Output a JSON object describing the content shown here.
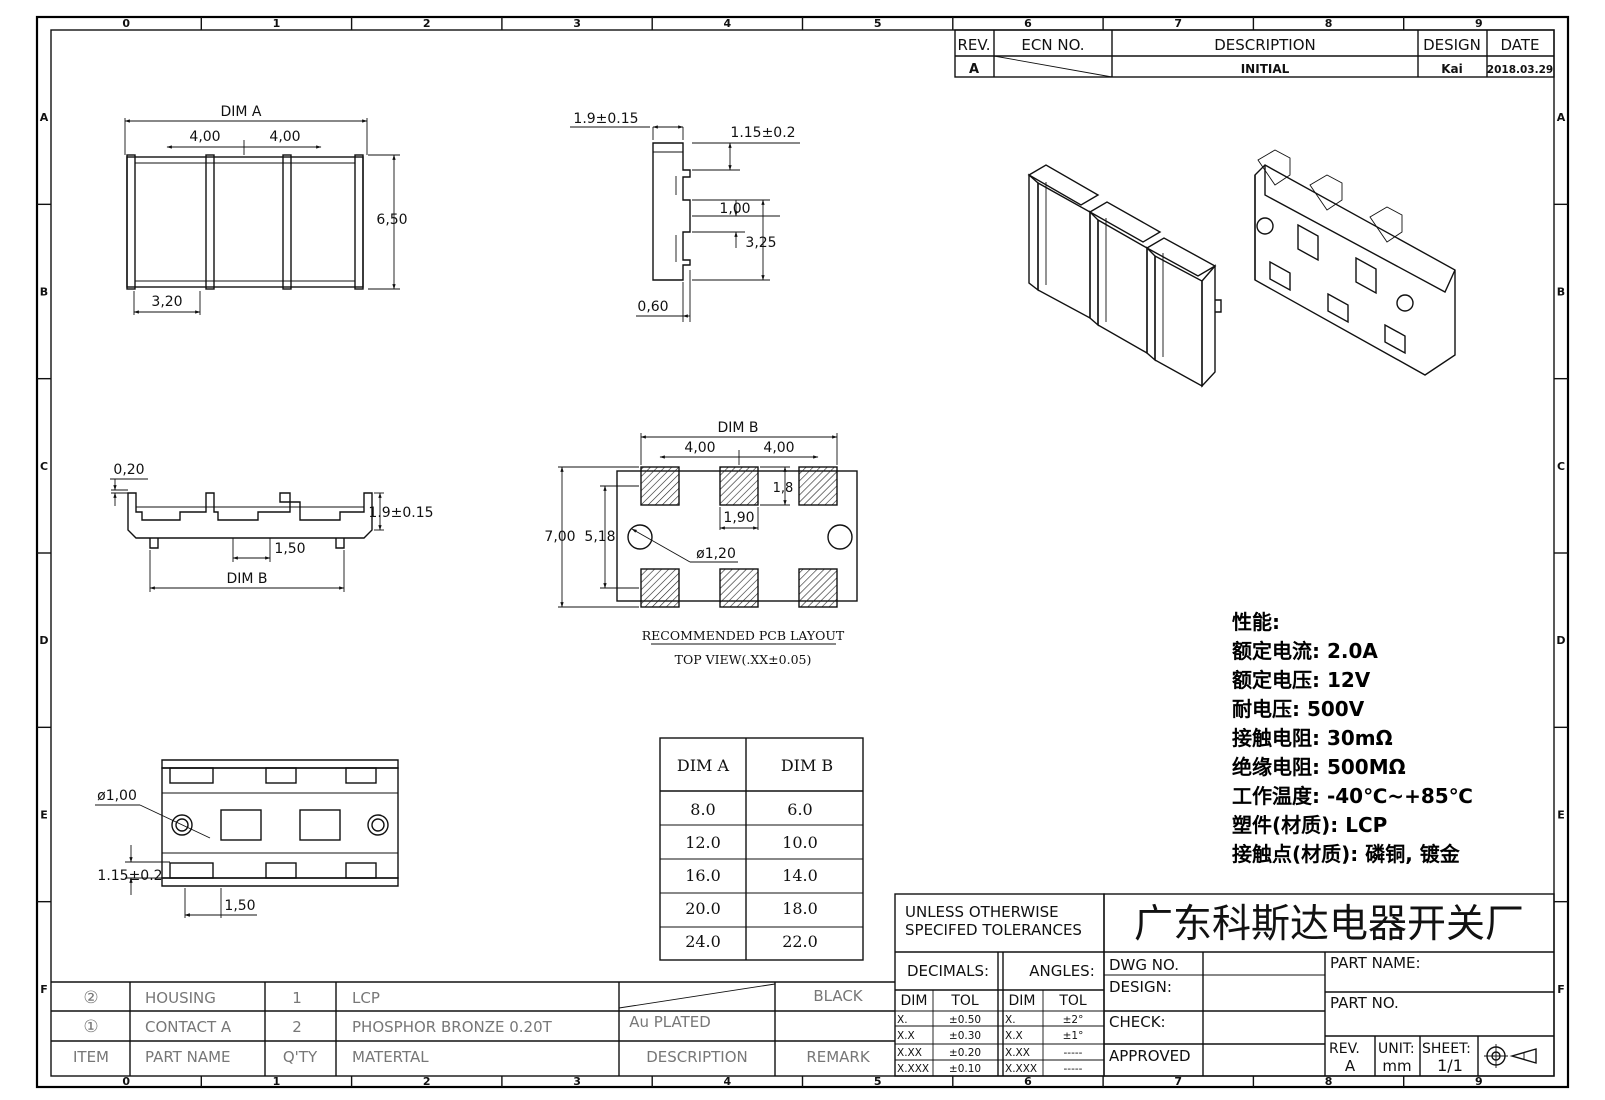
{
  "frame": {
    "col_labels": [
      "0",
      "1",
      "2",
      "3",
      "4",
      "5",
      "6",
      "7",
      "8",
      "9"
    ],
    "row_labels": [
      "A",
      "B",
      "C",
      "D",
      "E",
      "F"
    ]
  },
  "revision_block": {
    "headers": {
      "rev": "REV.",
      "ecn": "ECN NO.",
      "description": "DESCRIPTION",
      "design": "DESIGN",
      "date": "DATE"
    },
    "row": {
      "rev": "A",
      "description": "INITIAL",
      "design": "Kai",
      "date": "2018.03.29"
    }
  },
  "views": {
    "top": {
      "dim_a": "DIM A",
      "pitch_1": "4,00",
      "pitch_2": "4,00",
      "height": "6,50",
      "width": "3,20"
    },
    "side": {
      "thick": "1.9±0.15",
      "pin_h": "1.15±0.2",
      "pin": "1,00",
      "depth": "3,25",
      "lead": "0,60"
    },
    "front": {
      "gap": "0,20",
      "height": "1.9±0.15",
      "pitch": "1,50",
      "dim_b": "DIM B"
    },
    "pcb": {
      "dim_b": "DIM B",
      "pitch_1": "4,00",
      "pitch_2": "4,00",
      "pad_h": "1,8",
      "pad_w": "1,90",
      "height": "7,00",
      "row_gap": "5,18",
      "hole": "ø1,20",
      "caption_1": "RECOMMENDED PCB LAYOUT",
      "caption_2": "TOP VIEW(.XX±0.05)"
    },
    "bottom": {
      "hole": "ø1,00",
      "pin_h": "1.15±0.2",
      "pitch": "1,50"
    }
  },
  "dim_table": {
    "headers": [
      "DIM A",
      "DIM B"
    ],
    "rows": [
      [
        "8.0",
        "6.0"
      ],
      [
        "12.0",
        "10.0"
      ],
      [
        "16.0",
        "14.0"
      ],
      [
        "20.0",
        "18.0"
      ],
      [
        "24.0",
        "22.0"
      ]
    ]
  },
  "specs": {
    "title": "性能:",
    "lines": [
      "额定电流: 2.0A",
      "额定电压: 12V",
      "耐电压: 500V",
      "接触电阻: 30mΩ",
      "绝缘电阻: 500MΩ",
      "工作温度: -40℃~+85℃",
      "塑件(材质): LCP",
      "接触点(材质): 磷铜, 镀金"
    ]
  },
  "bom": {
    "rows": [
      {
        "item": "②",
        "name": "HOUSING",
        "qty": "1",
        "material": "LCP",
        "description": "",
        "remark": "BLACK"
      },
      {
        "item": "①",
        "name": "CONTACT A",
        "qty": "2",
        "material": "PHOSPHOR BRONZE 0.20T",
        "description": "Au PLATED",
        "remark": ""
      }
    ],
    "headers": {
      "item": "ITEM",
      "name": "PART NAME",
      "qty": "Q'TY",
      "material": "MATERTAL",
      "description": "DESCRIPTION",
      "remark": "REMARK"
    }
  },
  "tolerance": {
    "note_1": "UNLESS OTHERWISE",
    "note_2": "SPECIFED TOLERANCES",
    "decimals": "DECIMALS:",
    "angles": "ANGLES:",
    "col_dim": "DIM",
    "col_tol": "TOL",
    "rows": [
      [
        "X.",
        "±0.50",
        "X.",
        "±2°"
      ],
      [
        "X.X",
        "±0.30",
        "X.X",
        "±1°"
      ],
      [
        "X.XX",
        "±0.20",
        "X.XX",
        "-----"
      ],
      [
        "X.XXX",
        "±0.10",
        "X.XXX",
        "-----"
      ]
    ]
  },
  "title_block": {
    "company": "广东科斯达电器开关厂",
    "dwg_no": "DWG NO.",
    "design": "DESIGN:",
    "check": "CHECK:",
    "approved": "APPROVED",
    "part_name": "PART NAME:",
    "part_no": "PART NO.",
    "rev_label": "REV.",
    "rev_value": "A",
    "unit_label": "UNIT:",
    "unit_value": "mm",
    "sheet_label": "SHEET:",
    "sheet_value": "1/1"
  }
}
